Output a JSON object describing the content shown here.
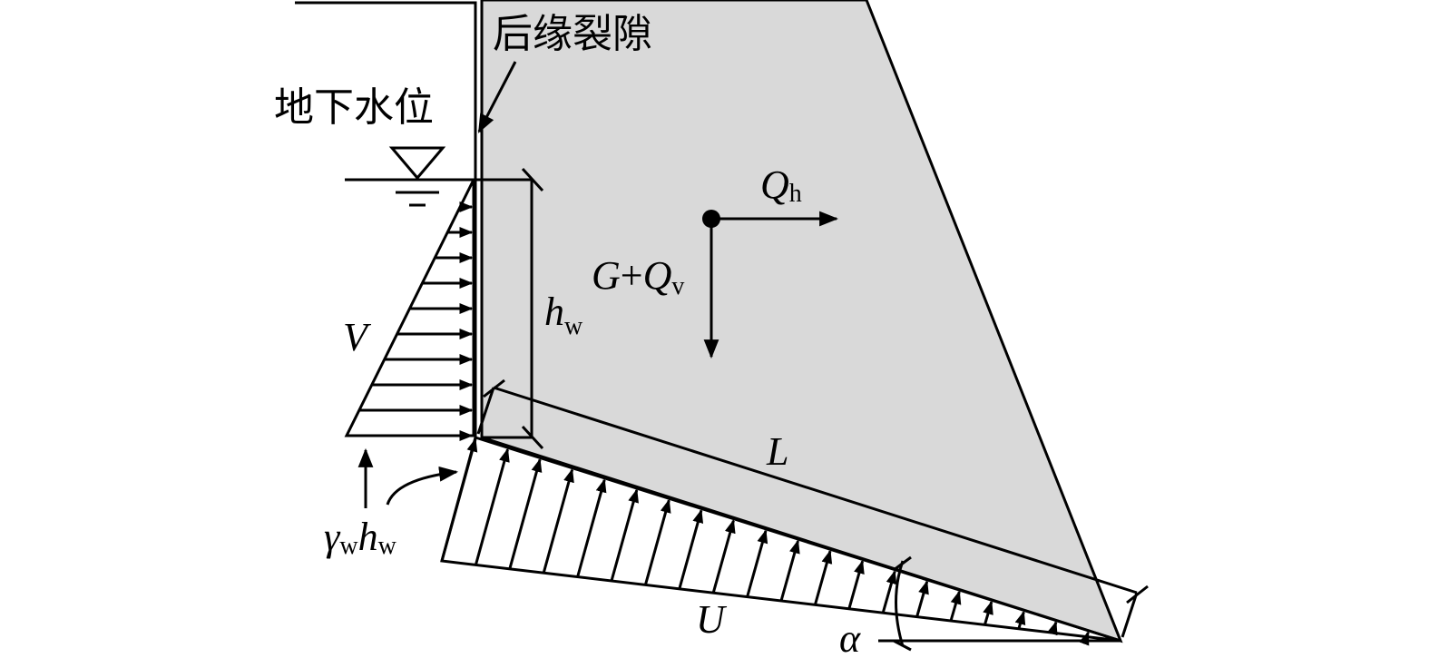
{
  "labels": {
    "tension_crack": "后缘裂隙",
    "groundwater_level": "地下水位",
    "Q": "Q",
    "h_sub": "h",
    "G": "G",
    "plus": "+",
    "v_sub": "v",
    "h_w_main": "h",
    "w_sub": "w",
    "V": "V",
    "L": "L",
    "U": "U",
    "alpha": "α",
    "gamma": "γ",
    "gamma_w_sub": "w",
    "gamma_h": "h",
    "gamma_h_w_sub": "w"
  },
  "colors": {
    "block_fill": "#d9d9d9",
    "line": "#000000",
    "background": "#ffffff"
  }
}
